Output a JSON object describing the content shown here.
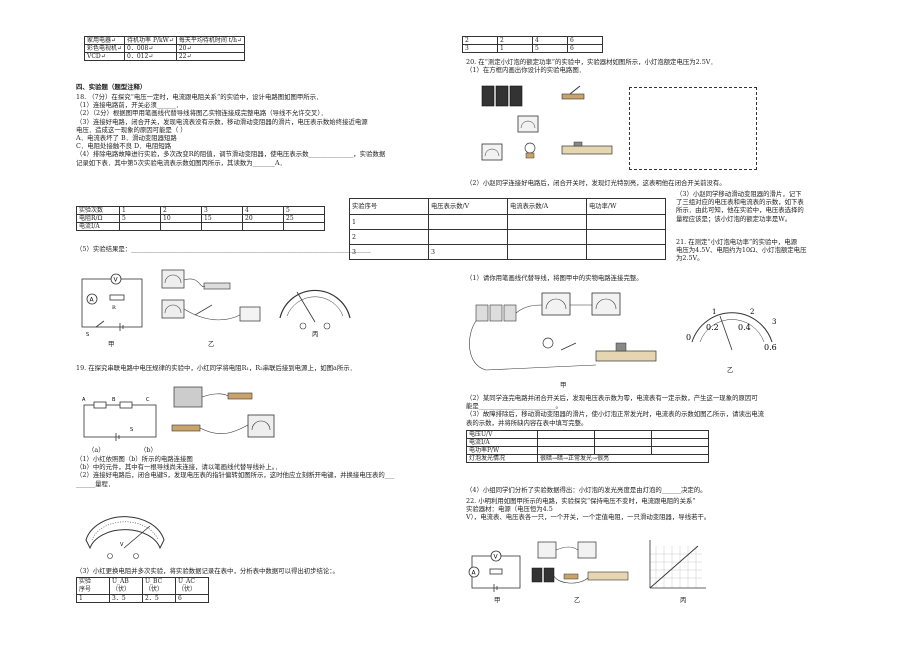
{
  "appliance_table": {
    "headers": [
      "家用电器↵",
      "待机功率 P/kW↵",
      "每天平均待机时间 t/h↵"
    ],
    "rows": [
      [
        "彩色电视机↵",
        "0．008↵",
        "20↵"
      ],
      [
        "VCD↵",
        "0．012↵",
        "22↵"
      ]
    ]
  },
  "section4": {
    "title": "四、实验题（题型注释）",
    "q18": [
      "18.  （7分）在探究“电压一定时，电流跟电阻关系”的实验中，设计电路图如图甲所示．",
      "（1）连接电路前，开关必须______．",
      "（2）（2分）根据图甲用笔画线代替导线将图乙实物连接成完整电路（导线不允许交叉）．",
      "（3）连接好电路，闭合开关，发现电流表没有示数，移动滑动变阻器的滑片，电压表示数始终接近电源",
      "电压．造成这一现象的原因可能是（      ）",
      "A．电流表坏了                        B．滑动变阻器短路",
      "C．电阻处接触不良                    D．电阻短路",
      "（4）排除电路故障进行实验，多次改变R的阻值，调节滑动变阻器，使电压表示数______________，实验数据",
      "记录如下表．其中第5次实验电流表示数如图丙所示，其读数为_______A．"
    ],
    "q18_table": {
      "rows": [
        [
          "实验次数",
          "1",
          "2",
          "3",
          "4",
          "5"
        ],
        [
          "电阻R/Ω",
          "5",
          "10",
          "15",
          "20",
          "25"
        ],
        [
          "电流I/A",
          "",
          "",
          "",
          "",
          ""
        ]
      ]
    },
    "q18_5": "（5）实验结果是：___________________________________________________________________________",
    "fig_labels_left": [
      "甲",
      "乙",
      "丙"
    ],
    "q19": [
      "19.  在探究串联电路中电压规律的实验中，小红同学将电阻R₁，R₂串联后接到电源上，如图a所示．",
      "（1）小红依照图（b）所示的电路连接图",
      "（2）连接好电路后，闭合电键S，发现电压表的指针偏转如图所示，这时他应立刻断开电键，并换接电压表的___",
      "______量程．",
      "（3）小红更换电阻并多次实验，将实验数据记录在表中，分析表中数据可以得出初步结论：。"
    ],
    "q19_figlabels": [
      "（a）",
      "（b）"
    ],
    "q19_1a": "（1）小红依照图（b）所示的电路连接图",
    "q19_1b": "（b）所示的电路连接图",
    "q19_text2": "图（a）所示的电路连接图",
    "q19_text3": "（b）中的元件，其中有一根导线尚未连接，请以笔画线代替导线补上。．",
    "q19_table": {
      "rows": [
        [
          "实验\n序号",
          "U_AB\n（伏）",
          "U_BC\n（伏）",
          "U_AC\n（伏）"
        ],
        [
          "1",
          "3．5",
          "2．5",
          "6"
        ]
      ]
    }
  },
  "middle_table": {
    "headers": [
      "实验序号",
      "电压表示数/V",
      "电流表示数/A",
      "电功率/W"
    ],
    "rows": [
      [
        "1",
        "",
        "",
        ""
      ],
      [
        "2",
        "",
        "",
        ""
      ],
      [
        "3",
        "3",
        "",
        ""
      ]
    ]
  },
  "right": {
    "top_table": [
      [
        "2",
        "2",
        "4",
        "6"
      ],
      [
        "3",
        "1",
        "5",
        "6"
      ]
    ],
    "q20": [
      "20.  在“测定小灯泡的额定功率”的实验中，实验器材如图所示，小灯泡额定电压为2.5V．",
      "（1）在方框内画出你设计的实验电路图．"
    ],
    "q20_2": "（2）小赵同学连接好电路后，闭合开关时，发现灯光特别亮，这表明他在闭合开关前没有。",
    "q20_3": [
      "（3）小赵同学移动滑动变阻器的滑片，记下",
      "了三组对应的电压表和电流表的示数，如下表",
      "所示．由此可知，他在实验中，电压表选择的",
      "量程应该是；该小灯泡的额定功率是W。"
    ],
    "q21": [
      "21.  在测定“小灯泡电功率”的实验中，电源",
      "电压为4.5V、电阻约为10Ω、小灯泡额定电压",
      "为2.5V。"
    ],
    "q21_1": "（1）请你用笔画线代替导线，将图甲中的实物电路连接完整。",
    "q21_2": [
      "（2）某同学连完电路并闭合开关后，发现电压表示数为零，电流表有一定示数，产生这一现象的原因可",
      "能是________________________。",
      "（3）故障排除后，移动滑动变阻器的滑片，使小灯泡正常发光时，电流表的示数如图乙所示，请读出电流",
      "表的示数，并将所缺内容在表中填写完整。"
    ],
    "q21_table": [
      [
        "电压U/V",
        "",
        "",
        ""
      ],
      [
        "电流I/A",
        "",
        "",
        ""
      ],
      [
        "电功率P/W",
        "",
        "",
        ""
      ],
      [
        "灯泡发光情况",
        "很暗→暗→正常发光→很亮",
        "",
        ""
      ]
    ],
    "q21_4": "（4）小组同学们分析了实验数据得出：小灯泡的发光亮度是由灯泡的______决定的。",
    "q22": [
      "22.  小明利用如图甲所示的电路，实验探究“保持电压不变时，电流跟电阻的关系”",
      "实验器材：电源（电压恒为4.5",
      "V），电流表、电压表各一只，一个开关，一个定值电阻，一只滑动变阻器，导线若干。"
    ],
    "meter_labels": [
      "0",
      "0.2",
      "0.4",
      "0.6",
      "1",
      "2",
      "3"
    ],
    "fig_labels": [
      "甲",
      "乙",
      "丙"
    ]
  }
}
